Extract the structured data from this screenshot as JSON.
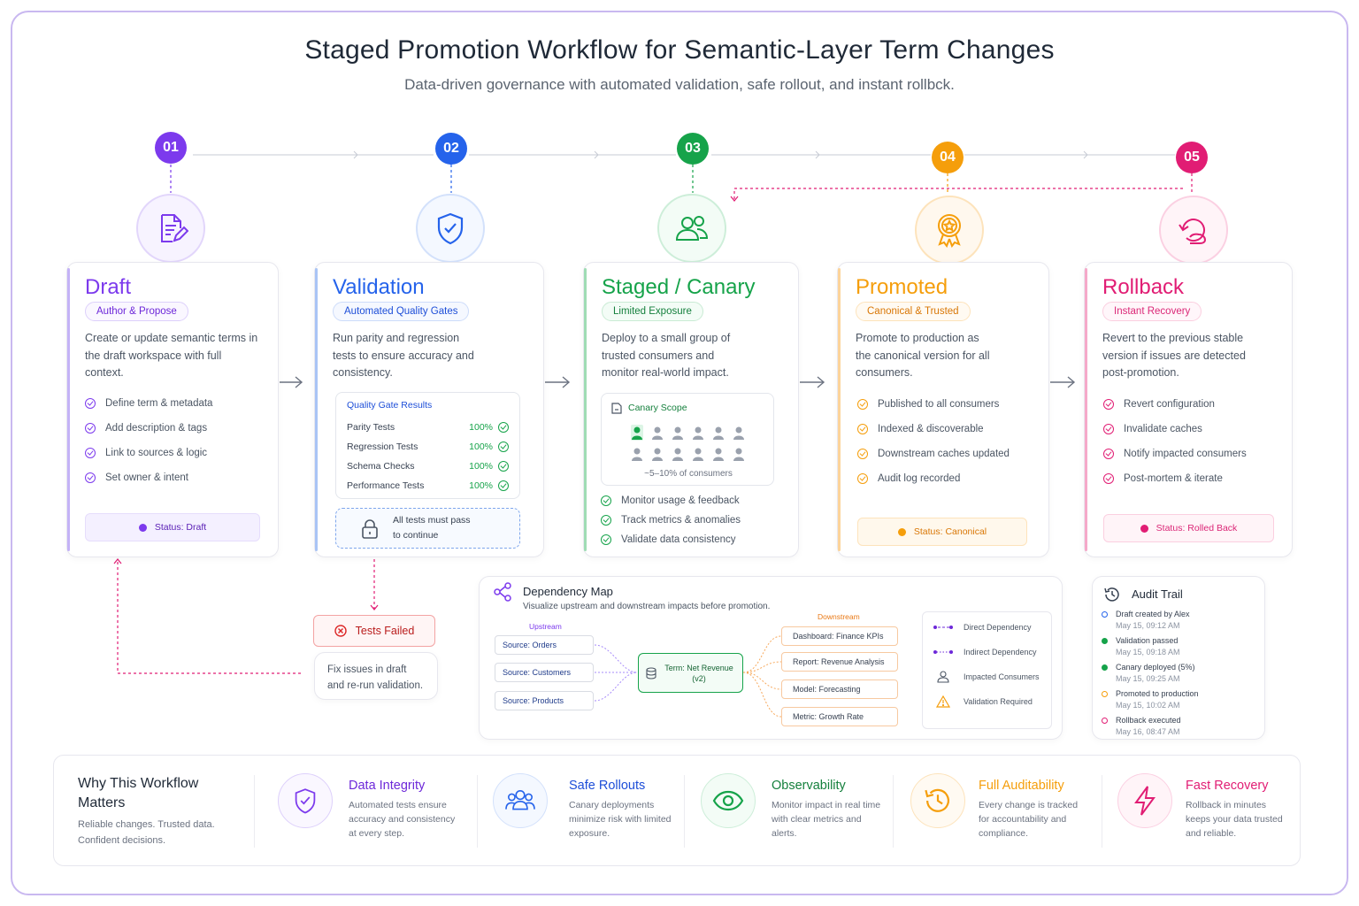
{
  "header": {
    "title": "Staged Promotion Workflow for Semantic-Layer Term Changes",
    "subtitle": "Data-driven governance with automated validation, safe rollout, and instant rollbck."
  },
  "colors": {
    "draft": "#7c3aed",
    "validation": "#2563eb",
    "canary": "#16a34a",
    "promoted": "#f59e0b",
    "rollback": "#e11d74"
  },
  "stages": [
    {
      "num": "01",
      "title": "Draft",
      "pill": "Author & Propose",
      "desc": "Create or update semantic terms in the draft workspace with full context.",
      "items": [
        "Define term & metadata",
        "Add description & tags",
        "Link to sources & logic",
        "Set owner & intent"
      ],
      "status": "Status: Draft",
      "icon": "document-edit-icon"
    },
    {
      "num": "02",
      "title": "Validation",
      "pill": "Automated Quality Gates",
      "desc": "Run parity and regression tests to ensure accuracy and consistency.",
      "icon": "shield-check-icon"
    },
    {
      "num": "03",
      "title": "Staged / Canary",
      "pill": "Limited Exposure",
      "desc": "Deploy to a small group of trusted consumers and monitor real-world impact.",
      "items": [
        "Monitor usage & feedback",
        "Track metrics & anomalies",
        "Validate data consistency"
      ],
      "icon": "users-icon"
    },
    {
      "num": "04",
      "title": "Promoted",
      "pill": "Canonical & Trusted",
      "desc": "Promote to production as the canonical version for all consumers.",
      "items": [
        "Published to all consumers",
        "Indexed & discoverable",
        "Downstream caches updated",
        "Audit log recorded"
      ],
      "status": "Status: Canonical",
      "icon": "award-icon"
    },
    {
      "num": "05",
      "title": "Rollback",
      "pill": "Instant Recovery",
      "desc": "Revert to the previous stable version if issues are detected post-promotion.",
      "items": [
        "Revert configuration",
        "Invalidate caches",
        "Notify impacted consumers",
        "Post-mortem & iterate"
      ],
      "status": "Status: Rolled Back",
      "icon": "rollback-icon"
    }
  ],
  "quality_gate": {
    "title": "Quality Gate Results",
    "rows": [
      {
        "name": "Parity Tests",
        "value": "100%"
      },
      {
        "name": "Regression Tests",
        "value": "100%"
      },
      {
        "name": "Schema Checks",
        "value": "100%"
      },
      {
        "name": "Performance Tests",
        "value": "100%"
      }
    ],
    "lock_text_1": "All tests must pass",
    "lock_text_2": "to continue"
  },
  "tests_failed": {
    "label": "Tests Failed",
    "text": "Fix issues in draft and re-run validation."
  },
  "canary_scope": {
    "title": "Canary Scope",
    "caption": "~5–10% of consumers",
    "highlighted": 1,
    "total": 12
  },
  "dependency_map": {
    "title": "Dependency Map",
    "subtitle": "Visualize upstream and downstream impacts before promotion.",
    "upstream_label": "Upstream",
    "downstream_label": "Downstream",
    "upstream": [
      "Source: Orders",
      "Source: Customers",
      "Source: Products"
    ],
    "term": "Term: Net Revenue (v2)",
    "downstream": [
      "Dashboard: Finance KPIs",
      "Report: Revenue Analysis",
      "Model: Forecasting",
      "Metric: Growth Rate"
    ],
    "legend": [
      "Direct Dependency",
      "Indirect Dependency",
      "Impacted Consumers",
      "Validation Required"
    ]
  },
  "audit_trail": {
    "title": "Audit Trail",
    "entries": [
      {
        "text": "Draft created by Alex",
        "time": "May 15, 09:12 AM",
        "color": "#2563eb"
      },
      {
        "text": "Validation passed",
        "time": "May 15, 09:18 AM",
        "color": "#16a34a"
      },
      {
        "text": "Canary deployed (5%)",
        "time": "May 15, 09:25 AM",
        "color": "#16a34a"
      },
      {
        "text": "Promoted to production",
        "time": "May 15, 10:02 AM",
        "color": "#f59e0b"
      },
      {
        "text": "Rollback executed",
        "time": "May 16, 08:47 AM",
        "color": "#e11d74"
      }
    ]
  },
  "why": {
    "title_1": "Why This Workflow",
    "title_2": "Matters",
    "sub_1": "Reliable changes. Trusted data.",
    "sub_2": "Confident decisions.",
    "items": [
      {
        "title": "Data Integrity",
        "desc": [
          "Automated tests ensure",
          "accuracy and consistency",
          "at every step."
        ]
      },
      {
        "title": "Safe Rollouts",
        "desc": [
          "Canary deployments",
          "minimize risk with limited",
          "exposure."
        ]
      },
      {
        "title": "Observability",
        "desc": [
          "Monitor impact in real time",
          "with clear metrics and",
          "alerts."
        ]
      },
      {
        "title": "Full Auditability",
        "desc": [
          "Every change is tracked",
          "for accountability and",
          "compliance."
        ]
      },
      {
        "title": "Fast Recovery",
        "desc": [
          "Rollback in minutes",
          "keeps your data trusted",
          "and reliable."
        ]
      }
    ]
  }
}
